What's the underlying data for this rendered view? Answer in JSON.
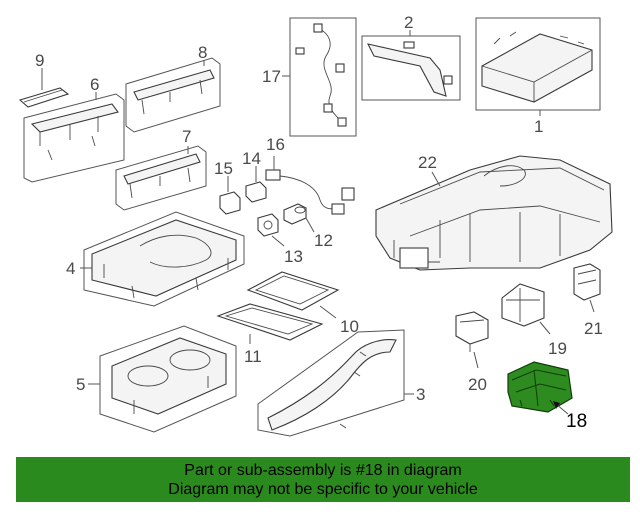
{
  "callouts": [
    "1",
    "2",
    "3",
    "4",
    "5",
    "6",
    "7",
    "8",
    "9",
    "10",
    "11",
    "12",
    "13",
    "14",
    "15",
    "16",
    "17",
    "18",
    "19",
    "20",
    "21",
    "22"
  ],
  "highlighted_callout": "18",
  "banner": {
    "line1": "Part or sub-assembly is #18 in diagram",
    "line2": "Diagram may not be specific to your vehicle"
  },
  "colors": {
    "highlight_part": "#2e8b1f",
    "banner_background": "#2b8a1e",
    "line_art": "#3a3a3a"
  }
}
